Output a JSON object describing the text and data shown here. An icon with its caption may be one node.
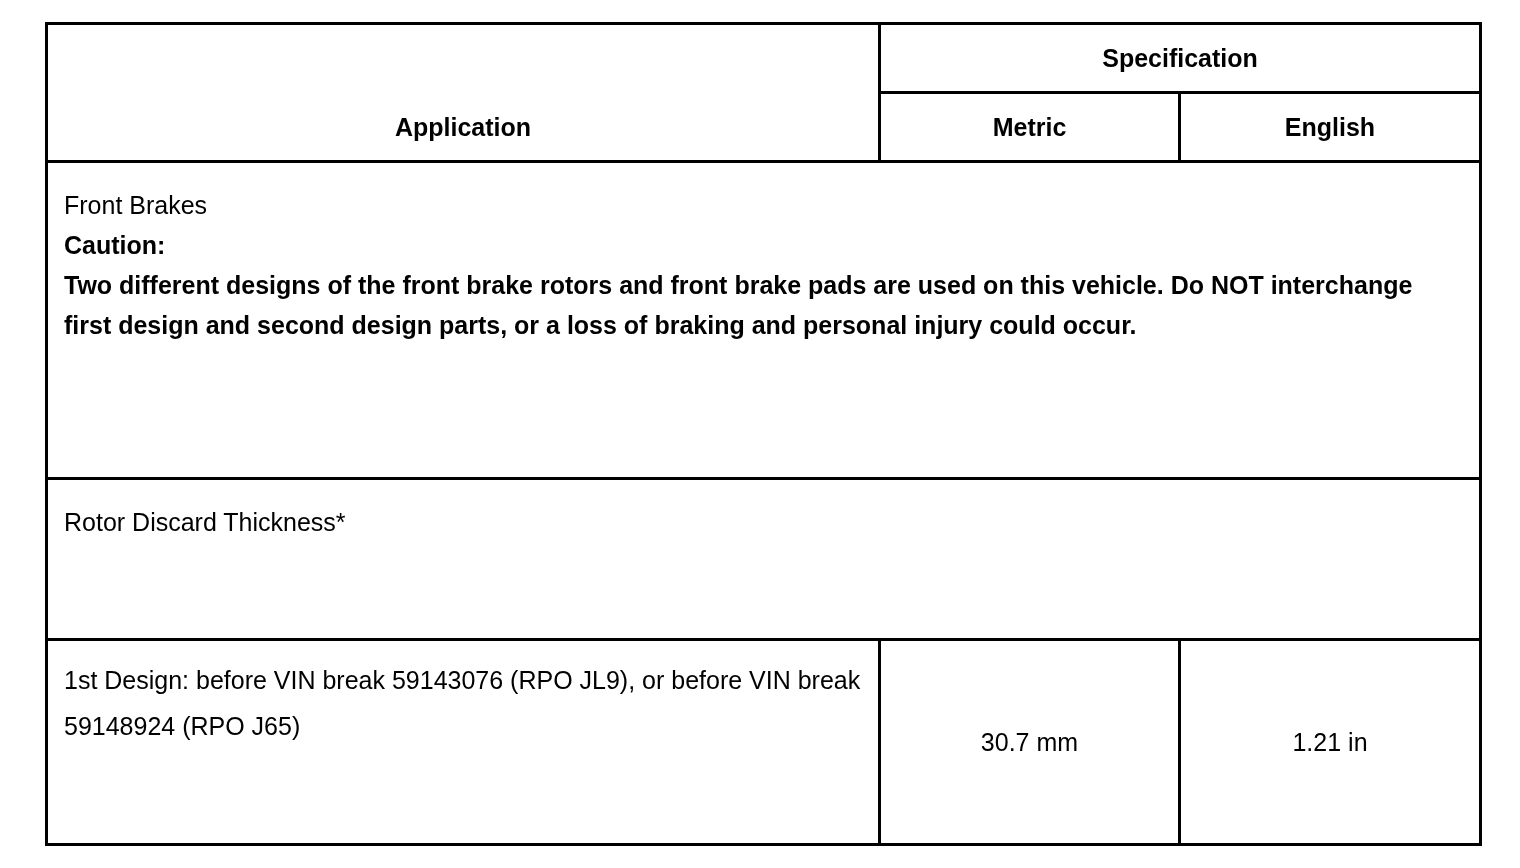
{
  "diagram": {
    "labels": [
      "Application",
      "Specification",
      "Metric",
      "English",
      "Front Brakes",
      "Caution:",
      "Two different designs of the front brake rotors and front brake pads are used on this vehicle. Do NOT interchange first design and second design parts, or a loss of braking and personal injury could occur.",
      "Rotor Discard Thickness*",
      "1st Design: before VIN break 59143076 (RPO JL9), or before VIN break 59148924 (RPO J65)",
      "30.7 mm",
      "1.21 in"
    ]
  }
}
